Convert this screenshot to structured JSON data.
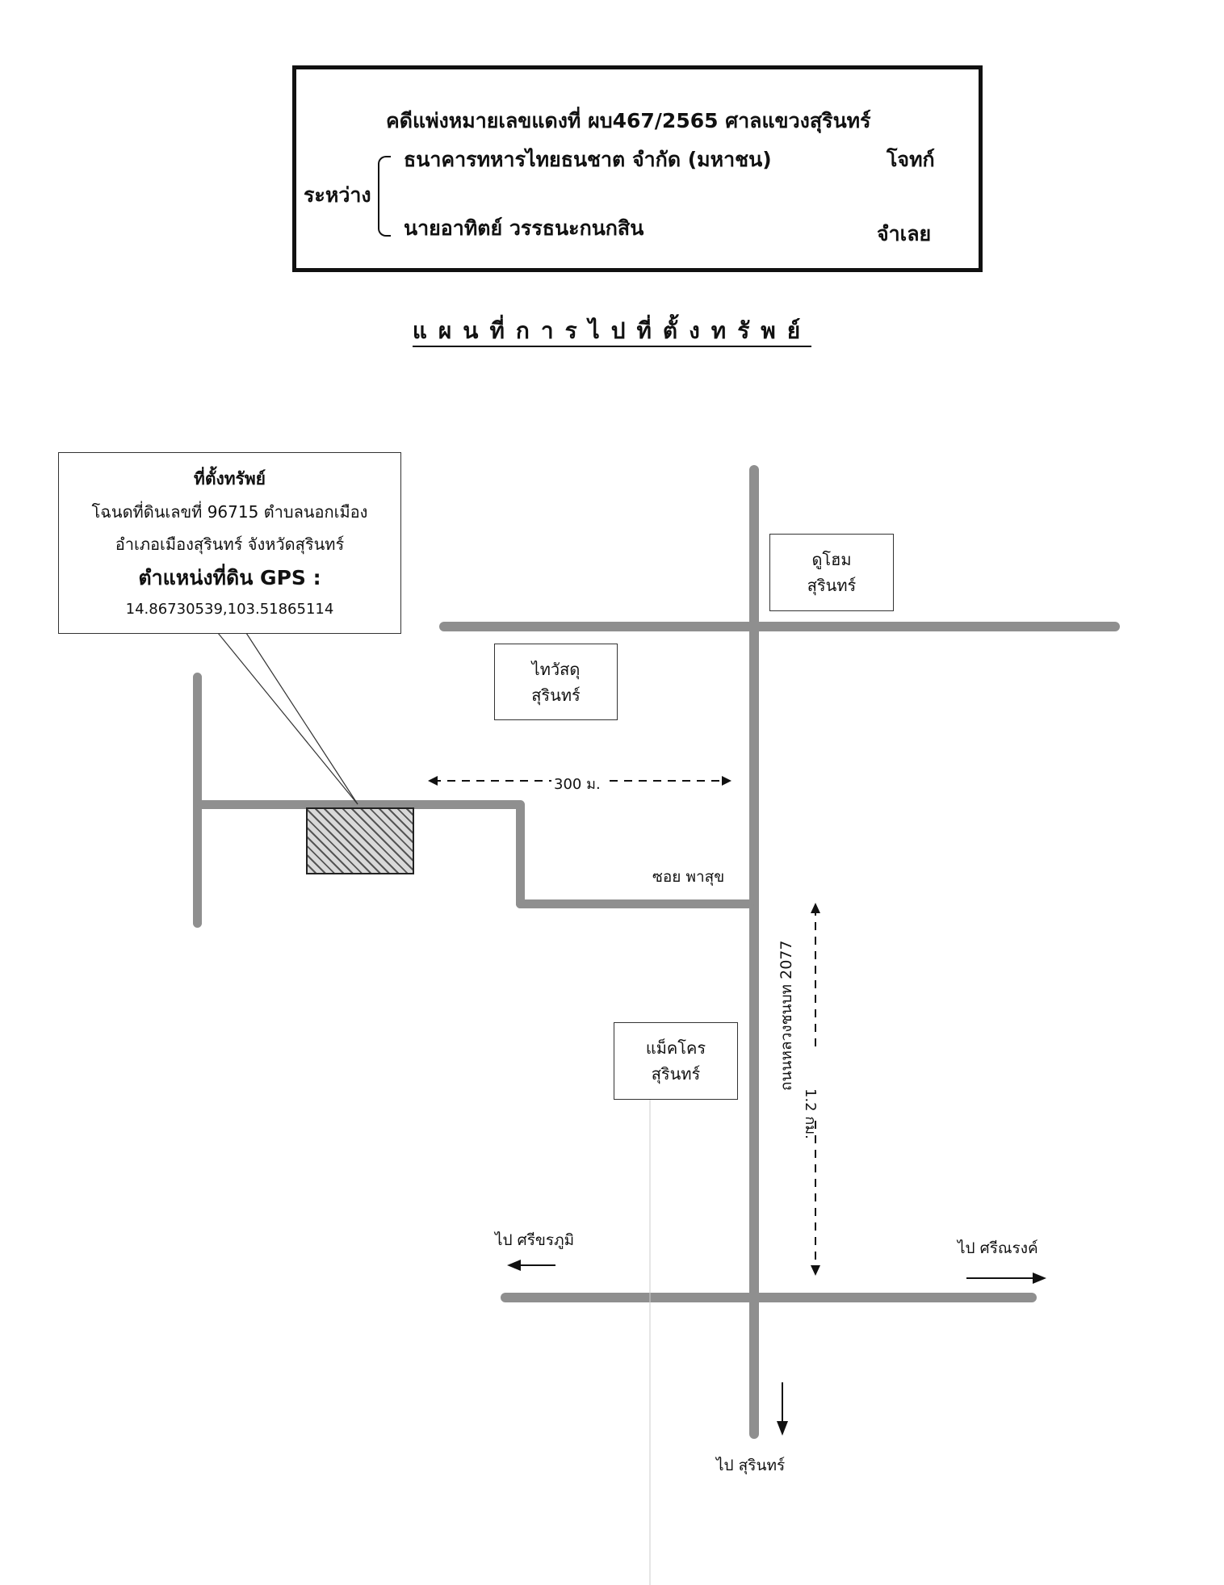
{
  "case_header": {
    "case_number_line": "คดีแพ่งหมายเลขแดงที่  ผบ467/2565   ศาลแขวงสุรินทร์",
    "between_label": "ระหว่าง",
    "plaintiff_name": "ธนาคารทหารไทยธนชาต จำกัด (มหาชน)",
    "plaintiff_role": "โจทก์",
    "defendant_name": "นายอาทิตย์  วรรธนะกนกสิน",
    "defendant_role": "จำเลย"
  },
  "map_title": "แผนที่การไปที่ตั้งทรัพย์",
  "property_callout": {
    "heading": "ที่ตั้งทรัพย์",
    "deed_line": "โฉนดที่ดินเลขที่ 96715 ตำบลนอกเมือง",
    "district_line": "อำเภอเมืองสุรินทร์  จังหวัดสุรินทร์",
    "gps_label": "ตำแหน่งที่ดิน GPS :",
    "gps_value": "14.86730539,103.51865114"
  },
  "landmarks": {
    "dohome": [
      "ดูโฮม",
      "สุรินทร์"
    ],
    "thaiwatsadu": [
      "ไทวัสดุ",
      "สุรินทร์"
    ],
    "makro": [
      "แม็คโคร",
      "สุรินทร์"
    ]
  },
  "labels": {
    "distance_300": "300 ม.",
    "distance_1200": "1.2 กม.",
    "soi": "ซอย พาสุข",
    "main_road": "ถนนหลวงชนบท 2077",
    "to_sikhoraphum": "ไป ศรีขรภูมิ",
    "to_sinarong": "ไป ศรีณรงค์",
    "to_surin": "ไป สุรินทร์"
  }
}
